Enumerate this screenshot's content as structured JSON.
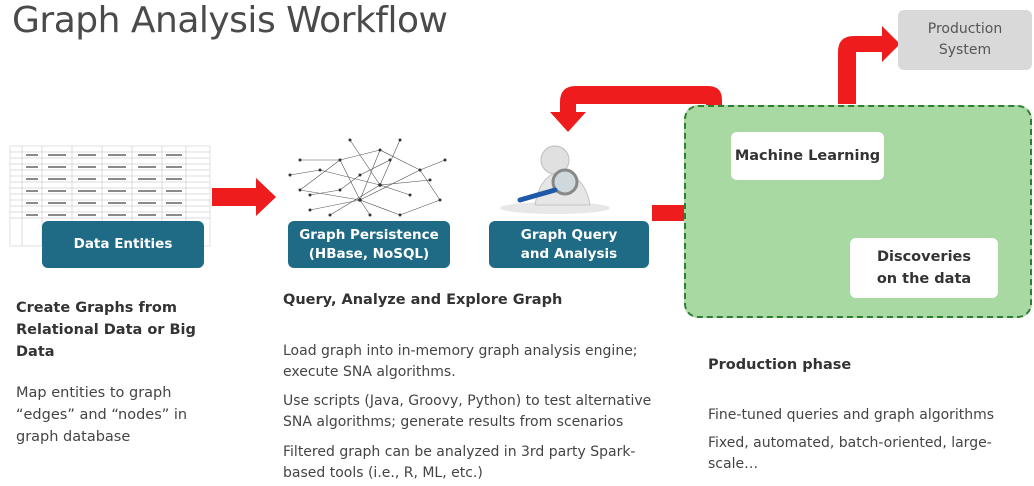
{
  "title": "Graph Analysis Workflow",
  "boxes": {
    "data_entities": "Data Entities",
    "graph_persistence_line1": "Graph Persistence",
    "graph_persistence_line2": "(HBase, NoSQL)",
    "graph_query_line1": "Graph Query",
    "graph_query_line2": "and Analysis",
    "machine_learning": "Machine Learning",
    "discoveries_line1": "Discoveries",
    "discoveries_line2": "on the data",
    "production_system_line1": "Production",
    "production_system_line2": "System"
  },
  "left_column": {
    "heading_lines": [
      "Create Graphs from",
      "Relational Data or Big",
      "Data"
    ],
    "body_lines": [
      "Map entities to graph",
      "“edges” and “nodes” in",
      "graph database"
    ]
  },
  "middle_column": {
    "heading": "Query, Analyze and Explore Graph",
    "paragraphs": [
      [
        "Load graph into in-memory graph analysis engine;",
        "execute SNA algorithms."
      ],
      [
        "Use scripts (Java, Groovy, Python) to test alternative",
        "SNA algorithms; generate results from scenarios"
      ],
      [
        "Filtered graph can be analyzed in 3rd party Spark-",
        "based tools (i.e., R, ML, etc.)"
      ]
    ]
  },
  "right_column": {
    "heading": "Production phase",
    "paragraphs": [
      [
        "Fine-tuned queries and graph algorithms"
      ],
      [
        "Fixed, automated, batch-oriented, large-",
        "scale…"
      ]
    ]
  },
  "colors": {
    "teal": "#1f6b85",
    "arrow_red": "#ee1c1c",
    "panel_green": "#a9d9a2",
    "panel_border": "#2e7d32",
    "gray_box": "#d9d9d9"
  },
  "icons": [
    "table-thumbnail-icon",
    "graph-network-icon",
    "magnifier-figure-icon",
    "lightbulb-icon",
    "person-at-computer-icon",
    "red-arrow-icon"
  ]
}
